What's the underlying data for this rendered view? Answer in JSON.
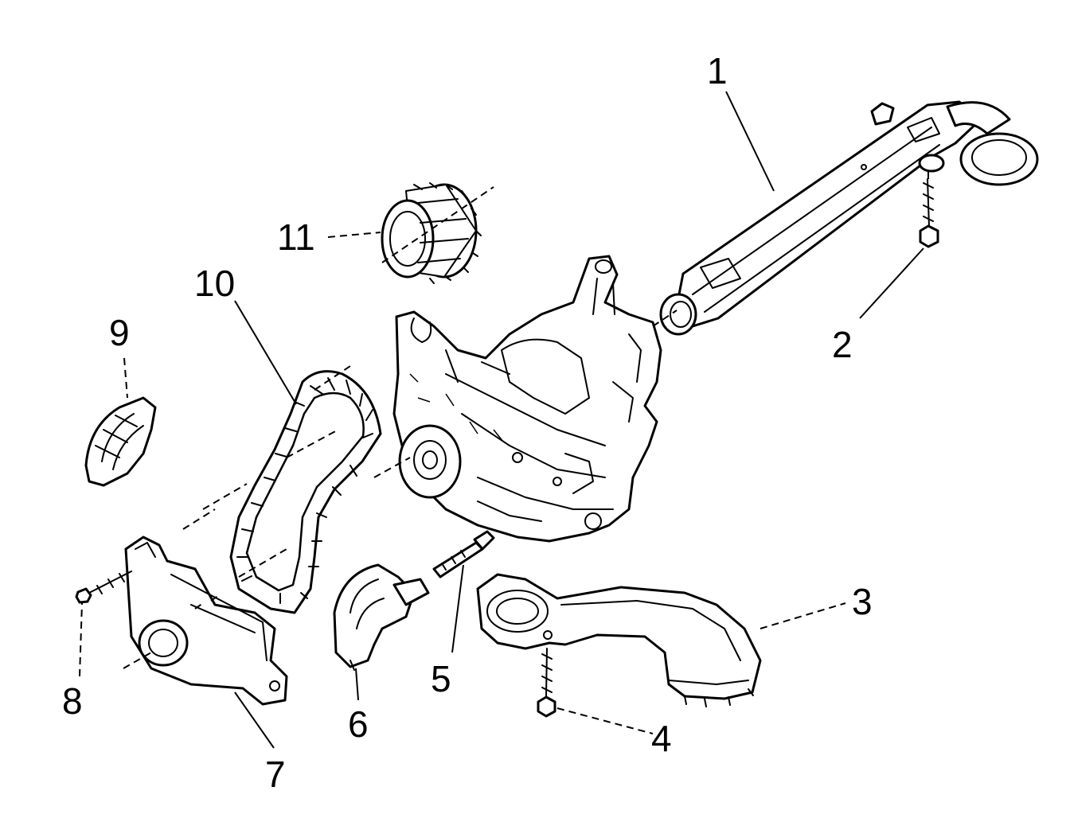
{
  "callouts": [
    "1",
    "2",
    "3",
    "4",
    "5",
    "6",
    "7",
    "8",
    "9",
    "10",
    "11"
  ],
  "colors": {
    "line": "#000000",
    "background": "#ffffff"
  }
}
